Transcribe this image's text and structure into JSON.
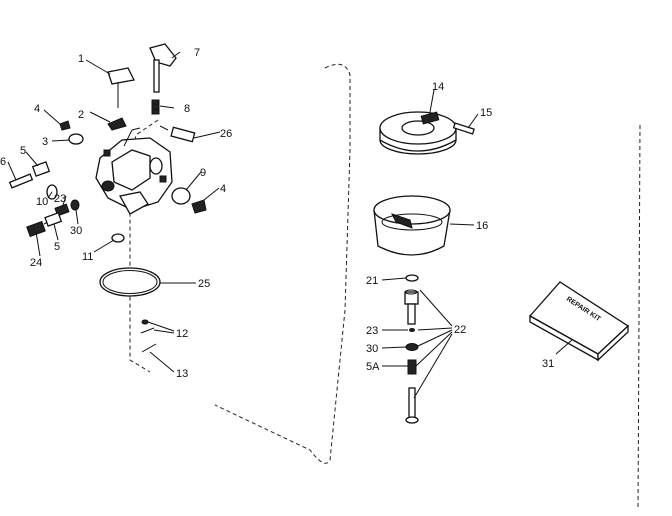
{
  "labels": {
    "p1": "1",
    "p2": "2",
    "p3": "3",
    "p4a": "4",
    "p4b": "4",
    "p5a": "5",
    "p5b": "5",
    "p5a_kit": "5A",
    "p6": "6",
    "p7": "7",
    "p8": "8",
    "p9": "9",
    "p10": "10",
    "p11": "11",
    "p12": "12",
    "p13": "13",
    "p14": "14",
    "p15": "15",
    "p16": "16",
    "p21": "21",
    "p22": "22",
    "p23a": "23",
    "p23b": "23",
    "p24": "24",
    "p25": "25",
    "p26": "26",
    "p30a": "30",
    "p30b": "30",
    "p31": "31"
  },
  "repair_kit_text": "REPAIR KIT"
}
